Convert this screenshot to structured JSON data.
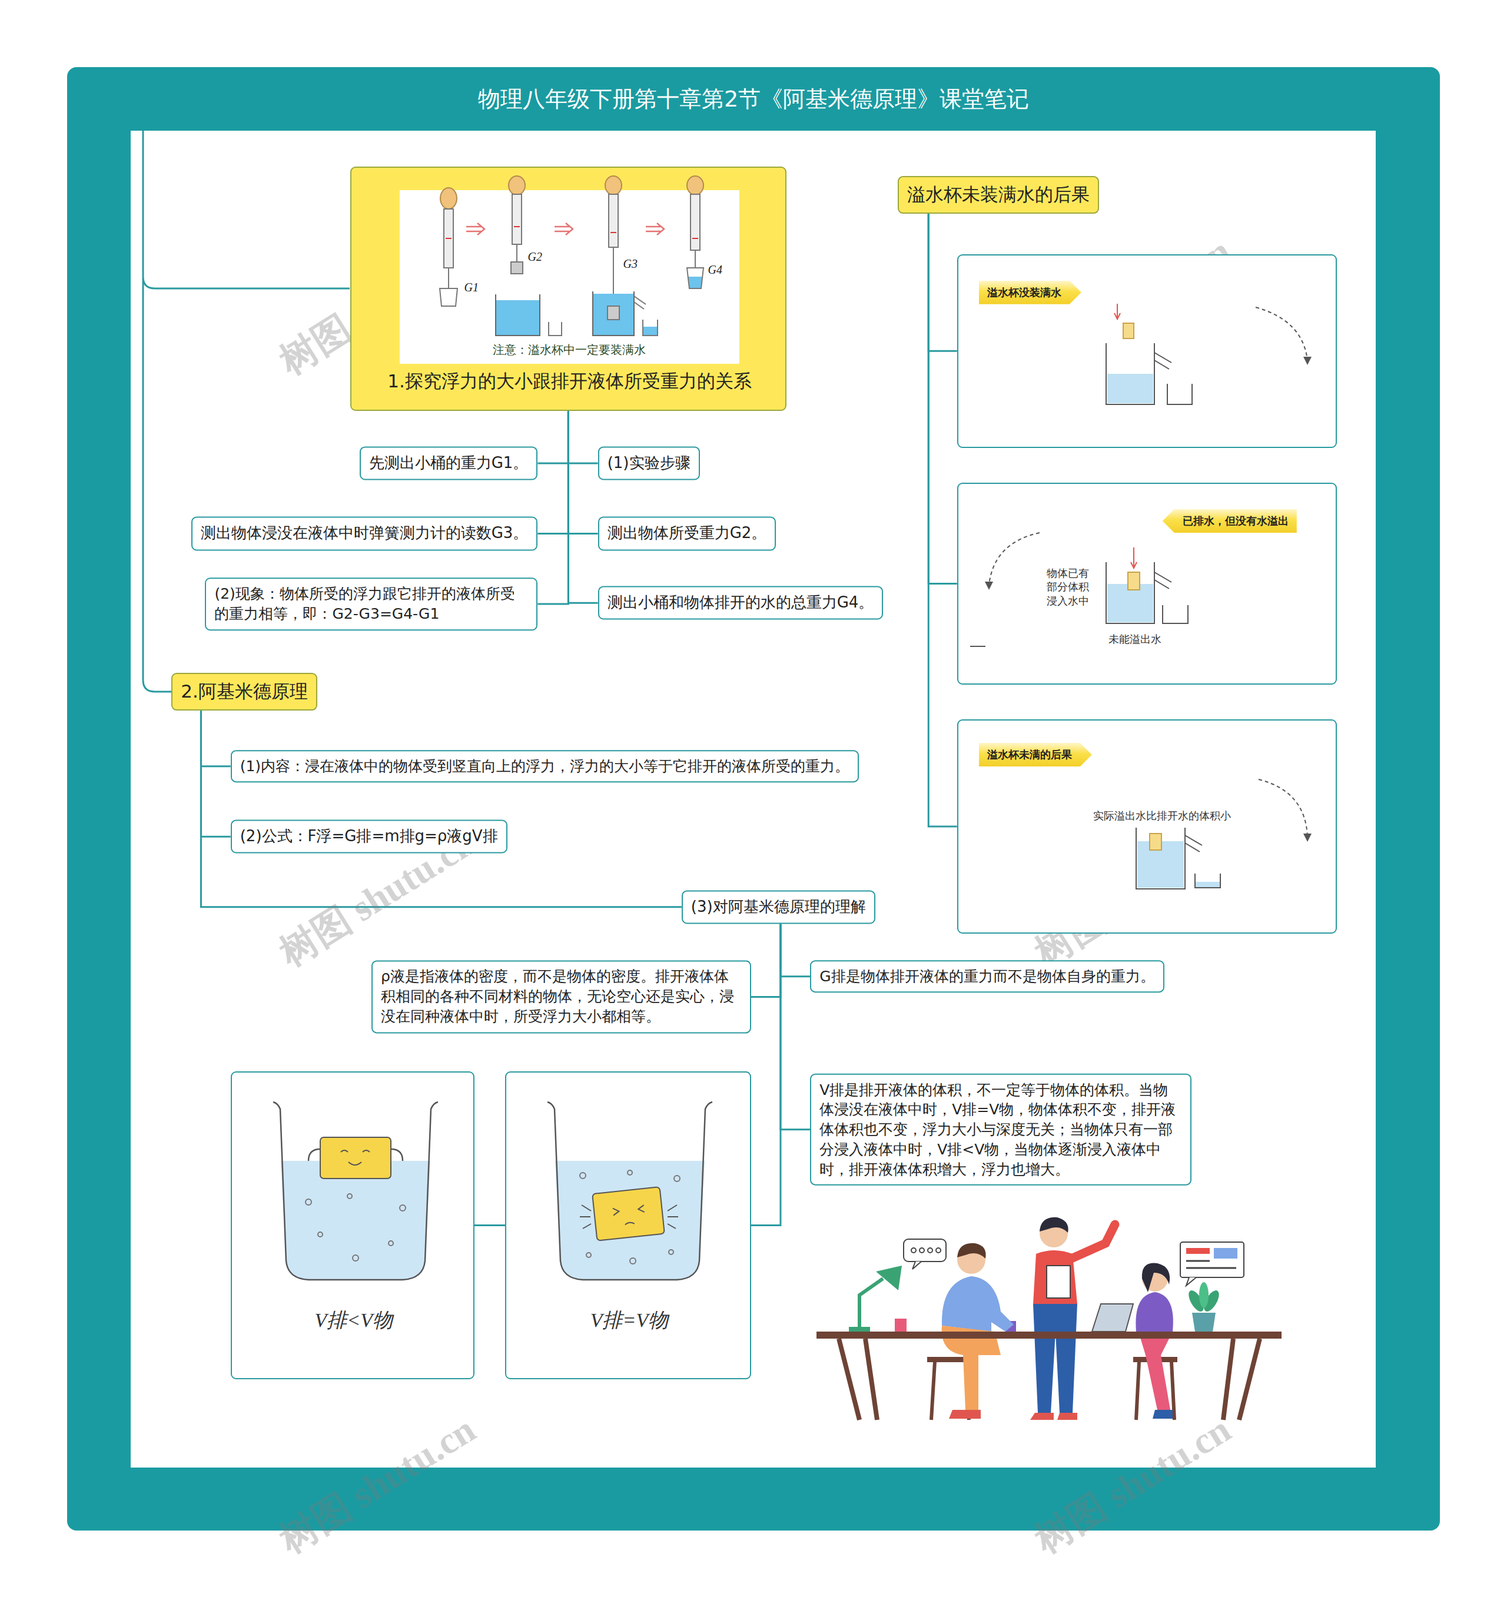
{
  "diagram": {
    "title": "物理八年级下册第十章第2节《阿基米德原理》课堂笔记",
    "nodes": [
      {
        "text": [
          "1.探究浮力的大小跟排开液体所受重力的关系"
        ]
      },
      {
        "text": [
          "先测出小桶的重力G1。"
        ]
      },
      {
        "text": [
          "(1)实验步骤"
        ]
      },
      {
        "text": [
          "测出物体浸没在液体中时弹簧测力计的读数G3。"
        ]
      },
      {
        "text": [
          "测出物体所受重力G2。"
        ]
      },
      {
        "text": [
          "(2)现象：物体所受的浮力跟它排开的液体所受的重力相等，即：G2-G3=G4-G1"
        ]
      },
      {
        "text": [
          "测出小桶和物体排开的水的总重力G4。"
        ]
      },
      {
        "text": [
          "2.阿基米德原理"
        ]
      },
      {
        "text": [
          "(1)内容：浸在液体中的物体受到竖直向上的浮力，浮力的大小等于它排开的液体所受的重力。"
        ]
      },
      {
        "text": [
          "(2)公式：F浮=G排=m排g=ρ液gV排"
        ]
      },
      {
        "text": [
          "(3)对阿基米德原理的理解"
        ]
      },
      {
        "text": [
          "ρ液是指液体的密度，而不是物体的密度。排开液体体积相同的各种不同材料的物体，无论空心还是实心，浸没在同种液体中时，所受浮力大小都相等。"
        ]
      },
      {
        "text": [
          "G排是物体排开液体的重力而不是物体自身的重力。"
        ]
      },
      {
        "text": [
          "V排是排开液体的体积，不一定等于物体的体积。当物体浸没在液体中时，V排=V物，物体体积不变，排开液体体积也不变，浮力大小与深度无关；当物体只有一部分浸入液体中时，V排<V物，当物体逐渐浸入液体中时，排开液体体积增大，浮力也增大。"
        ]
      },
      {
        "text": [
          "V排<V物"
        ]
      },
      {
        "text": [
          "V排=V物"
        ]
      },
      {
        "text": [
          "溢水杯未装满水的后果"
        ]
      },
      {
        "text": [
          "溢水杯没装满水"
        ]
      },
      {
        "text": [
          "已排水，但没有水溢出",
          "物体已有部分体积浸入水中",
          "未能溢出水"
        ]
      },
      {
        "text": [
          "溢水杯未满的后果",
          "实际溢出水比排开水的体积小"
        ]
      }
    ],
    "edges": [
      {
        "from": 0,
        "to": 1,
        "arrow": "none"
      },
      {
        "from": 0,
        "to": 2,
        "arrow": "none"
      },
      {
        "from": 0,
        "to": 3,
        "arrow": "none"
      },
      {
        "from": 0,
        "to": 4,
        "arrow": "none"
      },
      {
        "from": 0,
        "to": 5,
        "arrow": "none"
      },
      {
        "from": 0,
        "to": 6,
        "arrow": "none"
      },
      {
        "from": 7,
        "to": 8,
        "arrow": "none"
      },
      {
        "from": 7,
        "to": 9,
        "arrow": "none"
      },
      {
        "from": 7,
        "to": 10,
        "arrow": "none"
      },
      {
        "from": 10,
        "to": 11,
        "arrow": "none"
      },
      {
        "from": 10,
        "to": 12,
        "arrow": "none"
      },
      {
        "from": 10,
        "to": 13,
        "arrow": "none"
      },
      {
        "from": 10,
        "to": 15,
        "arrow": "none"
      },
      {
        "from": 15,
        "to": 14,
        "arrow": "none"
      },
      {
        "from": 16,
        "to": 17,
        "arrow": "none"
      },
      {
        "from": 16,
        "to": 18,
        "arrow": "none"
      },
      {
        "from": 16,
        "to": 19,
        "arrow": "none"
      }
    ],
    "labels": [
      "G1",
      "G2",
      "G3",
      "G4",
      "注意：溢水杯中一定要装满水",
      "树图 shutu.cn",
      "树图 shutu.cn",
      "树图 shutu.cn",
      "树图 shutu.cn",
      "树图 shutu.cn",
      "树图 shutu.cn"
    ]
  }
}
